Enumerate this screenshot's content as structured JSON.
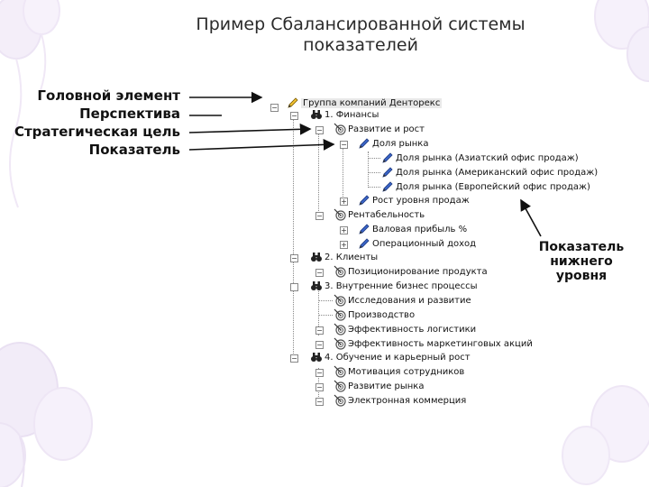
{
  "title": {
    "line1": "Пример Сбалансированной системы",
    "line2": "показателей"
  },
  "legend": {
    "head": "Головной элемент",
    "perspective": "Перспектива",
    "goal": "Стратегическая цель",
    "indicator": "Показатель"
  },
  "note": {
    "line1": "Показатель",
    "line2": "нижнего",
    "line3": "уровня"
  },
  "tree": {
    "root": "Группа компаний Денторекс",
    "n1": "1. Финансы",
    "n1a": "Развитие и рост",
    "n1a1": "Доля рынка",
    "n1a1a": "Доля рынка (Азиатский офис продаж)",
    "n1a1b": "Доля рынка (Американский офис продаж)",
    "n1a1c": "Доля рынка (Европейский офис продаж)",
    "n1a2": "Рост уровня продаж",
    "n1b": "Рентабельность",
    "n1b1": "Валовая прибыль %",
    "n1b2": "Операционный доход",
    "n2": "2. Клиенты",
    "n2a": "Позиционирование продукта",
    "n3": "3. Внутренние бизнес процессы",
    "n3a": "Исследования и развитие",
    "n3b": "Производство",
    "n3c": "Эффективность логистики",
    "n3d": "Эффективность маркетинговых акций",
    "n4": "4. Обучение и карьерный рост",
    "n4a": "Мотивация сотрудников",
    "n4b": "Развитие рынка",
    "n4c": "Электронная коммерция"
  },
  "colors": {
    "accent_pencil": "#3a64c8",
    "goal_icon": "#555555",
    "balloon_tint": "#e6ddf3"
  },
  "icons": {
    "root": "pencil-icon",
    "perspective": "binoculars-icon",
    "goal": "target-icon",
    "indicator": "pencil-icon"
  }
}
